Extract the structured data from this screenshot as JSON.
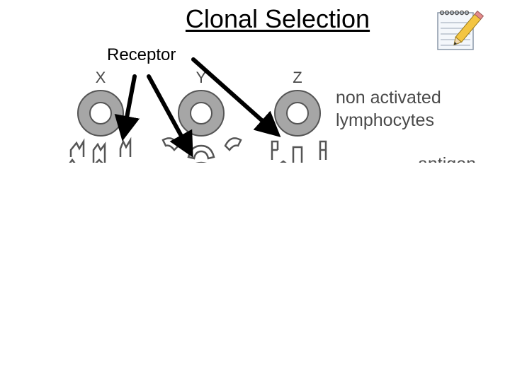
{
  "slide": {
    "title": "Clonal Selection",
    "receptor_label": "Receptor",
    "icon": "notepad-pencil-icon"
  },
  "diagram": {
    "cells": [
      {
        "letter": "X",
        "receptor_shape": "v-notch"
      },
      {
        "letter": "Y",
        "receptor_shape": "cup"
      },
      {
        "letter": "Z",
        "receptor_shape": "rectangular-notch"
      }
    ],
    "legend": {
      "line1": "non activated",
      "line2": "lymphocytes",
      "cut_off_text": "antigen"
    },
    "colors": {
      "cell_fill": "#a6a6a6",
      "cell_stroke": "#444444",
      "arrow": "#000000",
      "text_gray": "#4a4a4a"
    }
  }
}
